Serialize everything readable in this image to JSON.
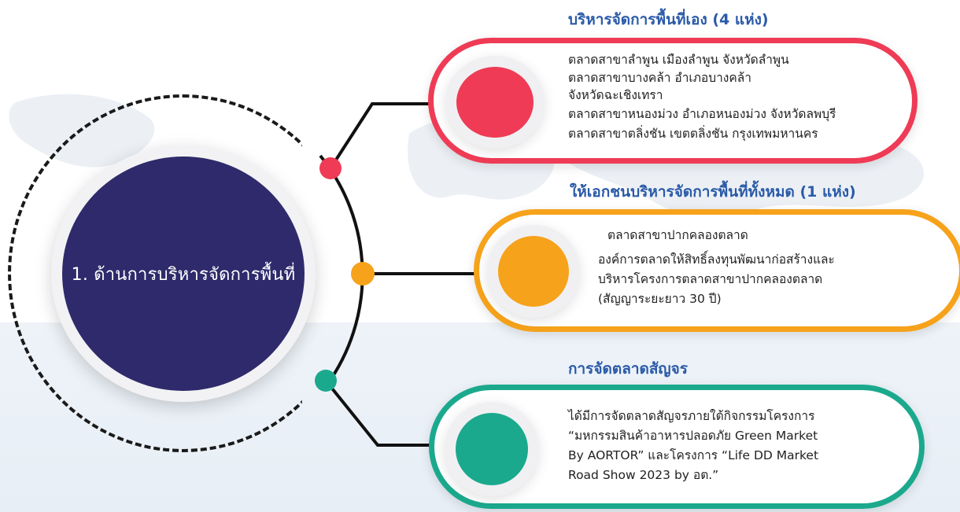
{
  "center": {
    "title": "1. ด้านการบริหารจัดการพื้นที่"
  },
  "branches": [
    {
      "heading": "บริหารจัดการพื้นที่เอง (4 แห่ง)",
      "color": "#ef3b55",
      "lines": [
        "ตลาดสาขาลำพูน เมืองลำพูน จังหวัดลำพูน",
        "ตลาดสาขาบางคล้า อำเภอบางคล้า",
        "จังหวัดฉะเชิงเทรา",
        "ตลาดสาขาหนองม่วง อำเภอหนองม่วง จังหวัดลพบุรี",
        "ตลาดสาขาตลิ่งชัน เขตตลิ่งชัน กรุงเทพมหานคร"
      ]
    },
    {
      "heading": "ให้เอกชนบริหารจัดการพื้นที่ทั้งหมด (1 แห่ง)",
      "color": "#f6a21a",
      "lines": [
        "ตลาดสาขาปากคลองตลาด",
        "องค์การตลาดให้สิทธิ์ลงทุนพัฒนาก่อสร้างและ",
        "บริหารโครงการตลาดสาขาปากคลองตลาด",
        "(สัญญาระยะยาว 30 ปี)"
      ]
    },
    {
      "heading": "การจัดตลาดสัญจร",
      "color": "#1ba98d",
      "lines": [
        "ได้มีการจัดตลาดสัญจรภายใต้กิจกรรมโครงการ",
        "“มหกรรมสินค้าอาหารปลอดภัย Green Market",
        "By AORTOR” และโครงการ “Life DD Market",
        "Road Show 2023  by อต.”"
      ]
    }
  ]
}
